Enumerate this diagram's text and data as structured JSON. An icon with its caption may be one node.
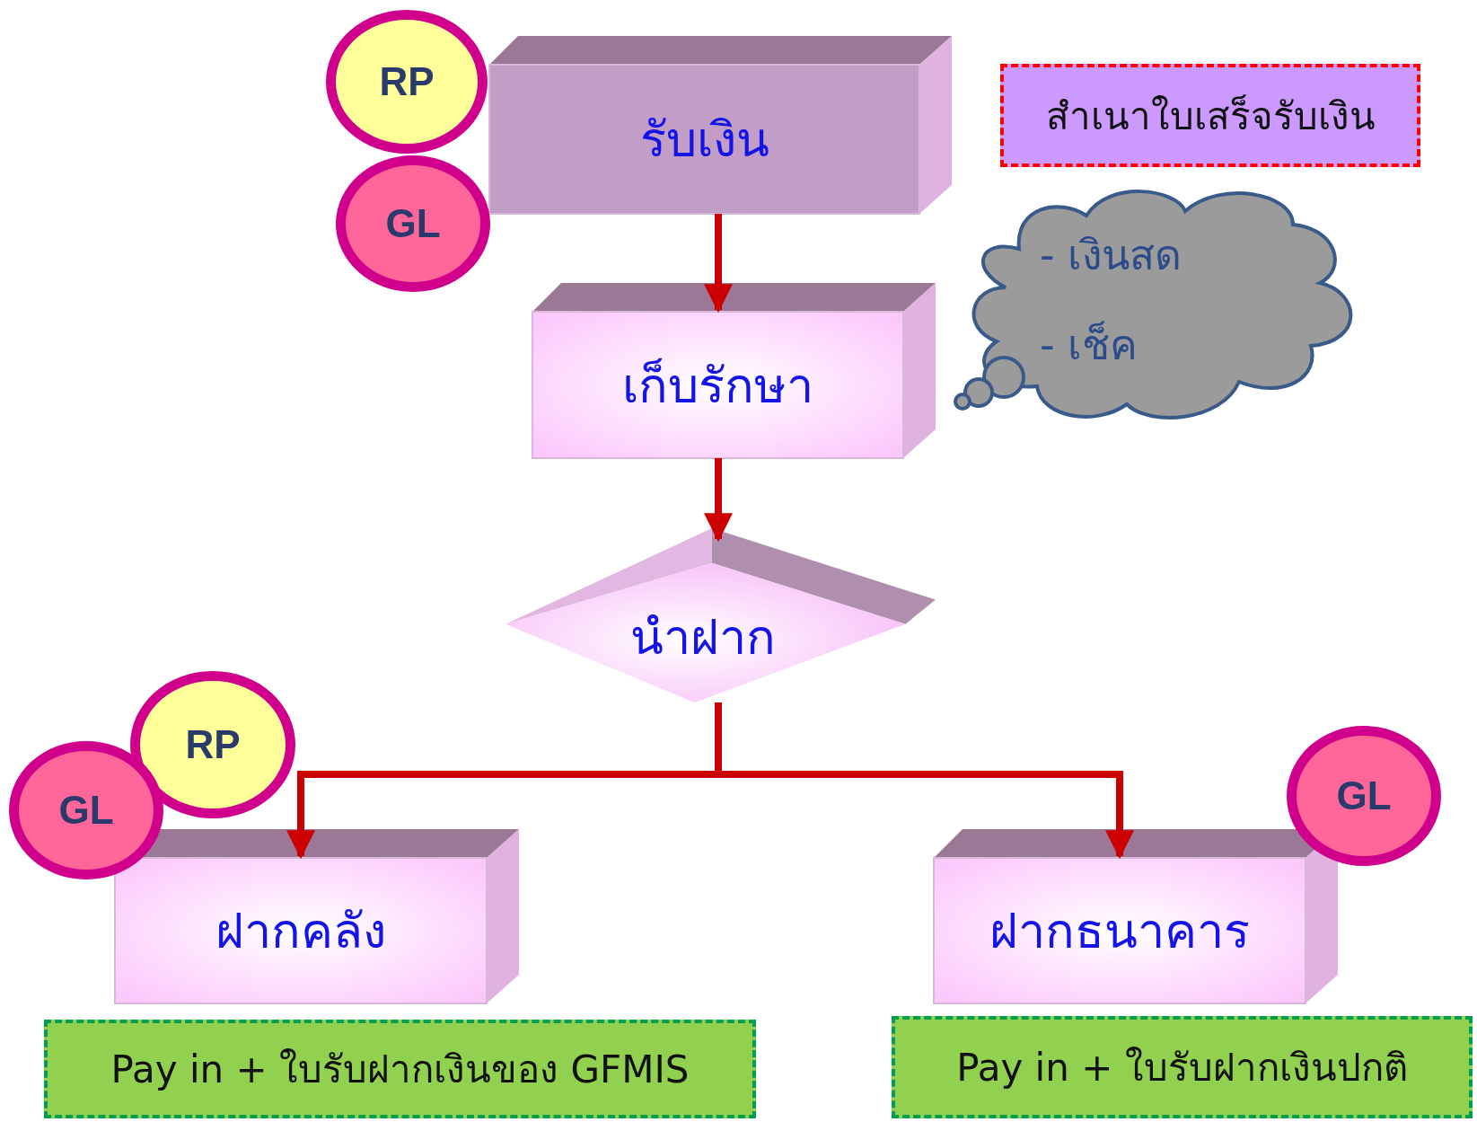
{
  "diagram": {
    "nodes": [
      {
        "text": [
          "รับเงิน"
        ]
      },
      {
        "text": [
          "RP"
        ]
      },
      {
        "text": [
          "GL"
        ]
      },
      {
        "text": [
          "สำเนาใบเสร็จรับเงิน"
        ]
      },
      {
        "text": [
          "เก็บรักษา"
        ]
      },
      {
        "text": [
          "- เงินสด",
          "- เช็ค"
        ]
      },
      {
        "text": [
          "นำฝาก"
        ]
      },
      {
        "text": [
          "RP"
        ]
      },
      {
        "text": [
          "GL"
        ]
      },
      {
        "text": [
          "ฝากคลัง"
        ]
      },
      {
        "text": [
          "ฝากธนาคาร"
        ]
      },
      {
        "text": [
          "GL"
        ]
      },
      {
        "text": [
          "Pay in + ใบรับฝากเงินของ GFMIS"
        ]
      },
      {
        "text": [
          "Pay in + ใบรับฝากเงินปกติ"
        ]
      }
    ],
    "edges": [
      {
        "from": 0,
        "to": 4,
        "arrow": "to"
      },
      {
        "from": 4,
        "to": 6,
        "arrow": "to"
      },
      {
        "from": 6,
        "to": 9,
        "arrow": "to"
      },
      {
        "from": 6,
        "to": 10,
        "arrow": "to"
      }
    ]
  }
}
